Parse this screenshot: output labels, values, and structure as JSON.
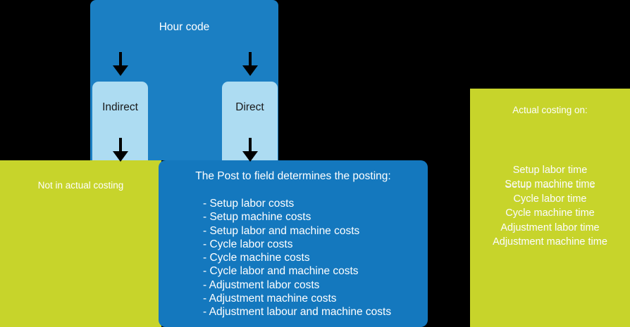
{
  "colors": {
    "background": "#000000",
    "blue_top": "#1B7FC3",
    "blue_main": "#1478BE",
    "light_blue": "#ADDCF2",
    "green": "#C7D42B",
    "text_white": "#FFFFFF",
    "text_dark": "#1A1A1A",
    "arrow": "#000000"
  },
  "hour_code": {
    "title": "Hour code"
  },
  "branches": {
    "indirect": {
      "label": "Indirect"
    },
    "direct": {
      "label": "Direct"
    }
  },
  "not_in_actual_costing": {
    "label": "Not in actual costing"
  },
  "post_to_field": {
    "heading": "The Post to field determines the posting:",
    "items": [
      "- Setup labor costs",
      "- Setup machine costs",
      "- Setup labor and machine costs",
      "- Cycle labor costs",
      "- Cycle machine costs",
      "- Cycle labor and machine costs",
      "- Adjustment labor costs",
      "- Adjustment machine costs",
      "- Adjustment labour and machine costs"
    ]
  },
  "actual_costing": {
    "title": "Actual costing on:",
    "items": [
      "Setup labor time",
      "Setup machine time",
      "Cycle labor time",
      "Cycle machine time",
      "Adjustment labor time",
      "Adjustment machine time"
    ]
  },
  "arrows": [
    {
      "name": "hour-code-to-indirect"
    },
    {
      "name": "hour-code-to-direct"
    },
    {
      "name": "indirect-to-not-in-actual-costing"
    },
    {
      "name": "direct-to-post-to-field"
    }
  ]
}
